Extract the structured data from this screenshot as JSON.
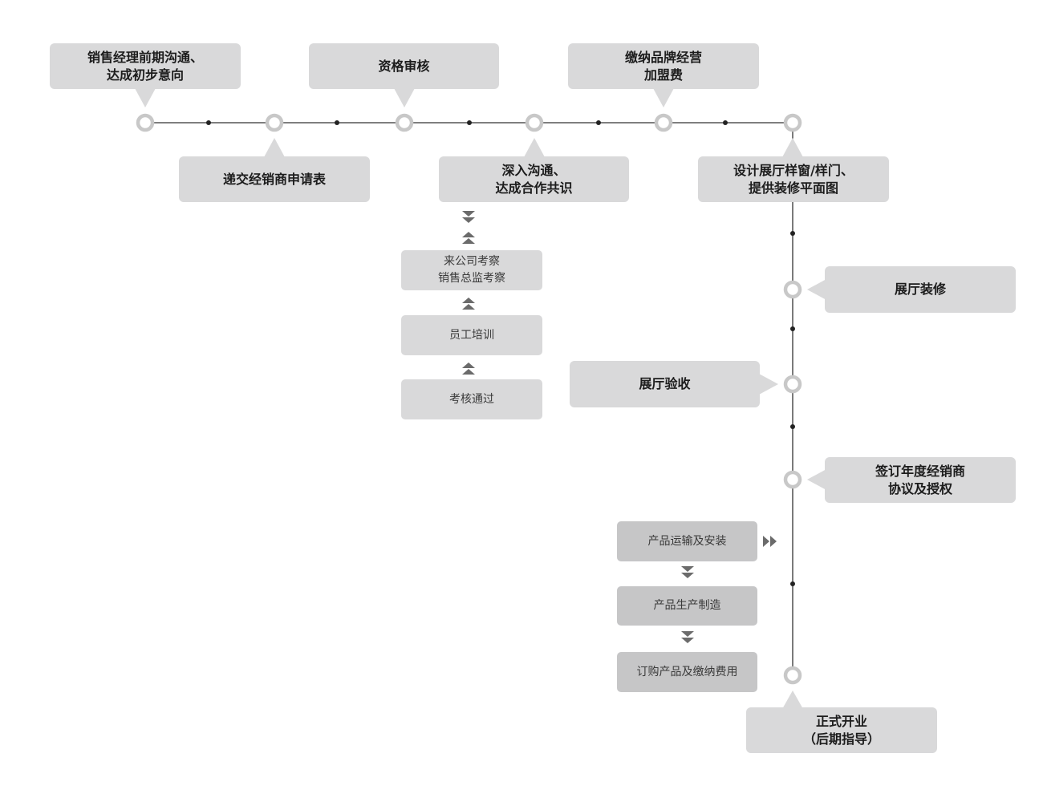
{
  "steps": {
    "s1": "销售经理前期沟通、\n达成初步意向",
    "s2": "递交经销商申请表",
    "s3": "资格审核",
    "s4": "深入沟通、\n达成合作共识",
    "s5": "缴纳品牌经营\n加盟费",
    "s6": "设计展厅样窗/样门、\n提供装修平面图",
    "s7": "展厅装修",
    "s8": "展厅验收",
    "s9": "签订年度经销商\n协议及授权",
    "s10": "正式开业\n（后期指导）"
  },
  "training": {
    "visit": "来公司考察\n销售总监考察",
    "staff": "员工培训",
    "exam": "考核通过"
  },
  "delivery": {
    "transport": "产品运输及安装",
    "manufacture": "产品生产制造",
    "order": "订购产品及缴纳费用"
  },
  "colors": {
    "box": "#d9d9da",
    "box_dark": "#c6c6c7",
    "line": "#333333",
    "node_ring": "#c8c8c8",
    "arrow": "#6b6b6b"
  }
}
